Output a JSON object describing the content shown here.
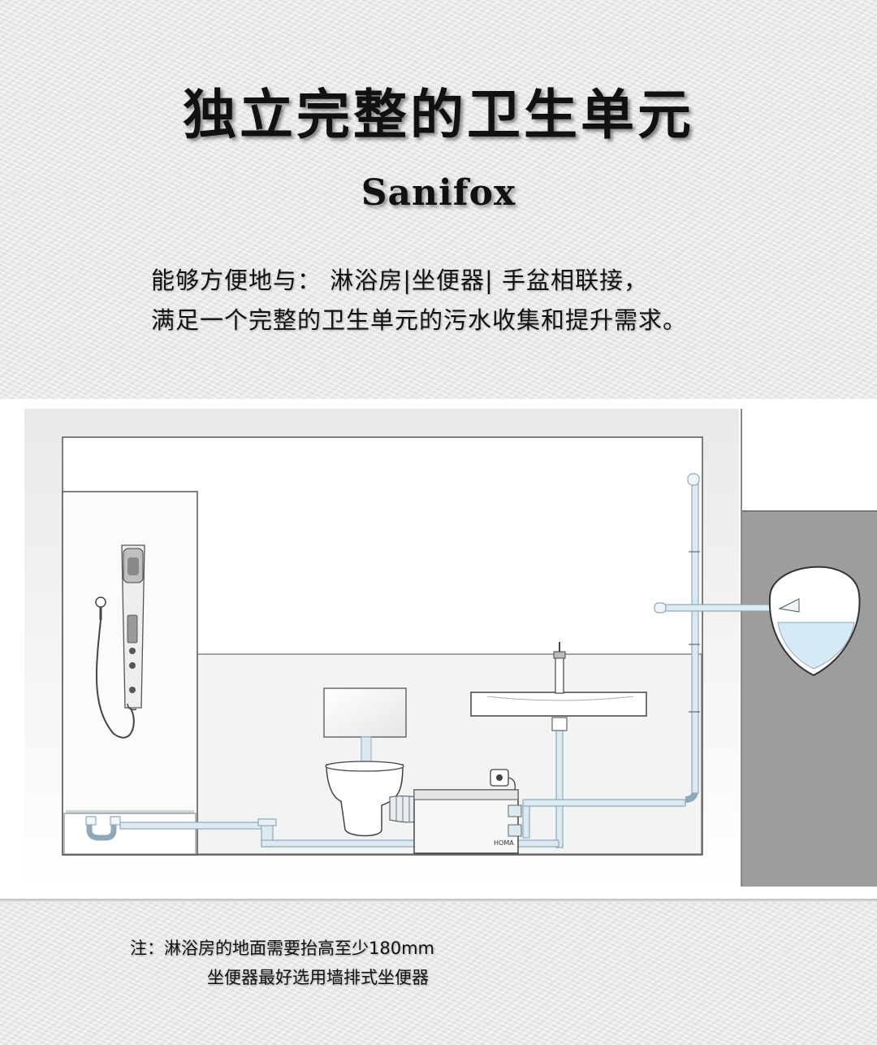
{
  "header": {
    "title": "独立完整的卫生单元",
    "brand": "Sanifox"
  },
  "description": {
    "line1": "能够方便地与：  淋浴房|坐便器|  手盆相联接，",
    "line2": "满足一个完整的卫生单元的污水收集和提升需求。"
  },
  "diagram": {
    "pump_label": "HOMA",
    "colors": {
      "pipe_fill": "#dbe9f2",
      "pipe_stroke": "#8fa9bb",
      "water": "#d6eaf6",
      "outer_wall": "#9d9d9d",
      "tiled_wall": "#f2f3f3"
    }
  },
  "notes": {
    "line1": "注：淋浴房的地面需要抬高至少180mm",
    "line2": "坐便器最好选用墙排式坐便器"
  }
}
